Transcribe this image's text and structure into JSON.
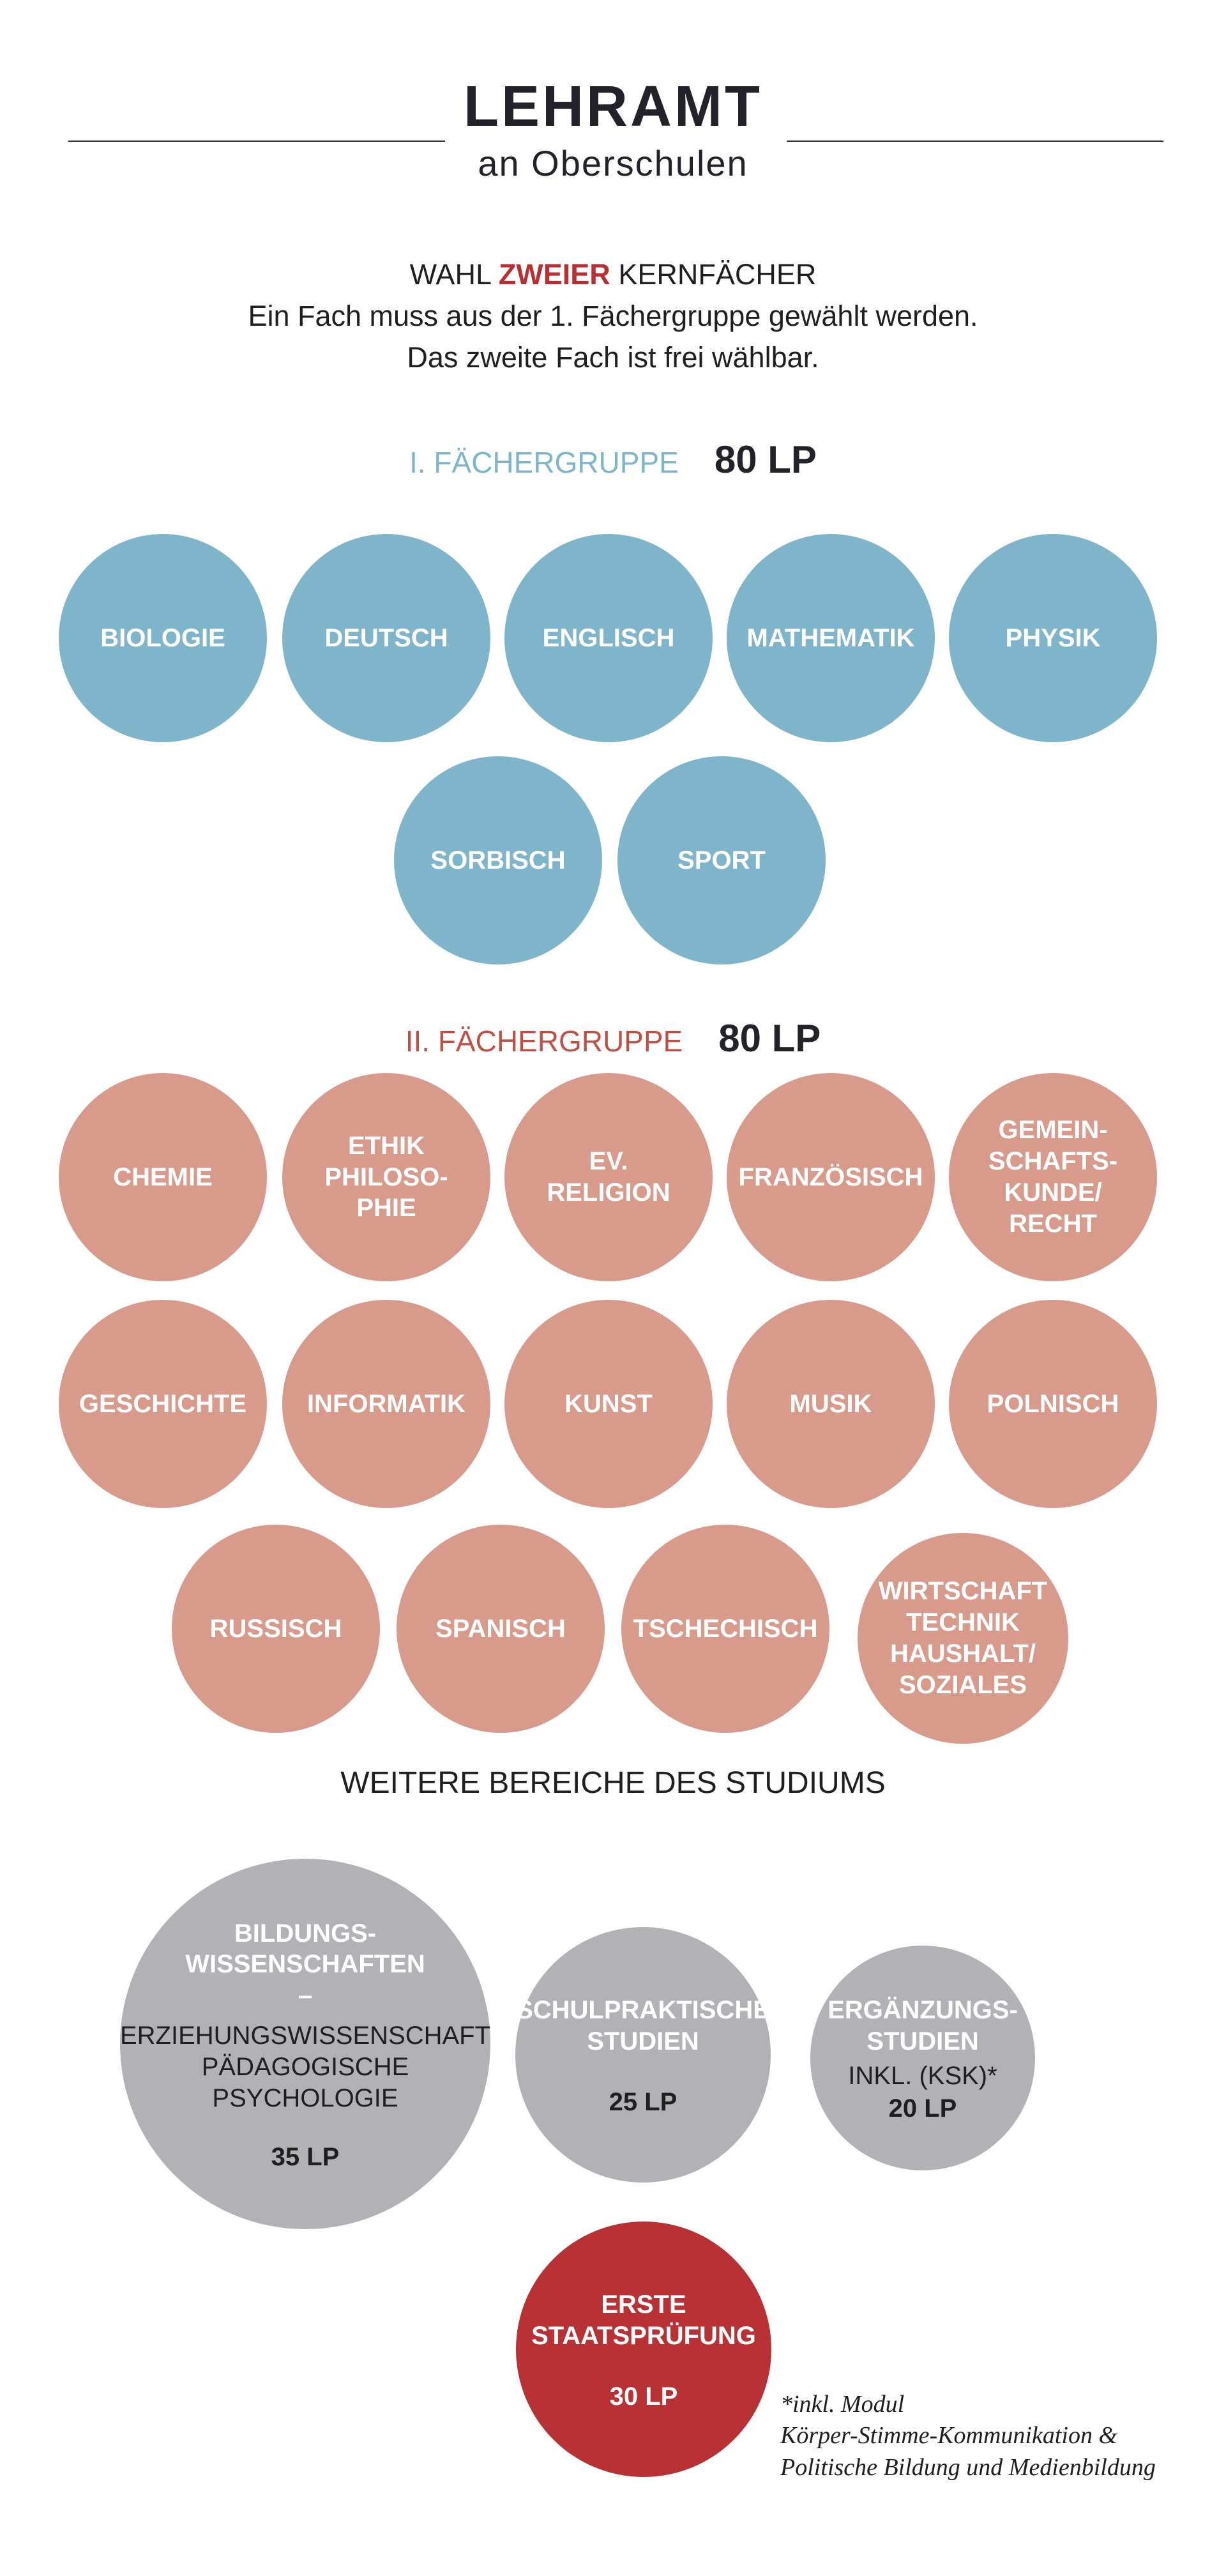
{
  "header": {
    "title": "LEHRAMT",
    "subtitle": "an Oberschulen"
  },
  "intro": {
    "line1_pre": "WAHL ",
    "line1_highlight": "ZWEIER",
    "line1_post": " KERNFÄCHER",
    "line2": "Ein Fach muss aus der 1. Fächergruppe gewählt werden.",
    "line3": "Das zweite Fach ist frei wählbar."
  },
  "group1": {
    "label": "I. FÄCHERGRUPPE",
    "lp": "80 LP",
    "color": "#7fb5cb",
    "subjects": [
      "BIOLOGIE",
      "DEUTSCH",
      "ENGLISCH",
      "MATHEMATIK",
      "PHYSIK",
      "SORBISCH",
      "SPORT"
    ]
  },
  "group2": {
    "label": "II. FÄCHERGRUPPE",
    "lp": "80 LP",
    "color": "#d79a8b",
    "subjects": [
      "CHEMIE",
      "ETHIK\nPHILOSO-\nPHIE",
      "EV.\nRELIGION",
      "FRANZÖSISCH",
      "GEMEIN-\nSCHAFTS-\nKUNDE/\nRECHT",
      "GESCHICHTE",
      "INFORMATIK",
      "KUNST",
      "MUSIK",
      "POLNISCH",
      "RUSSISCH",
      "SPANISCH",
      "TSCHECHISCH",
      "WIRTSCHAFT\nTECHNIK\nHAUSHALT/\nSOZIALES"
    ]
  },
  "further": {
    "title": "WEITERE BEREICHE DES STUDIUMS",
    "bildung": {
      "head": "BILDUNGS-\nWISSENSCHAFTEN\n–",
      "body": "ERZIEHUNGSWISSENSCHAFT\nPÄDAGOGISCHE\nPSYCHOLOGIE",
      "lp": "35 LP"
    },
    "schulpraxis": {
      "head": "SCHULPRAKTISCHE\nSTUDIEN",
      "lp": "25 LP"
    },
    "ergaenzung": {
      "head": "ERGÄNZUNGS-\nSTUDIEN",
      "body": "INKL. (KSK)*",
      "lp": "20 LP"
    },
    "staatspruefung": {
      "head": "ERSTE\nSTAATSPRÜFUNG",
      "lp": "30 LP"
    }
  },
  "footnote": "*inkl. Modul\n  Körper-Stimme-Kommunikation &\n  Politische Bildung und Medienbildung",
  "colors": {
    "accent_red": "#b83134",
    "grey": "#b2b1b6",
    "blue": "#7fb5cb",
    "rose": "#d79a8b"
  }
}
